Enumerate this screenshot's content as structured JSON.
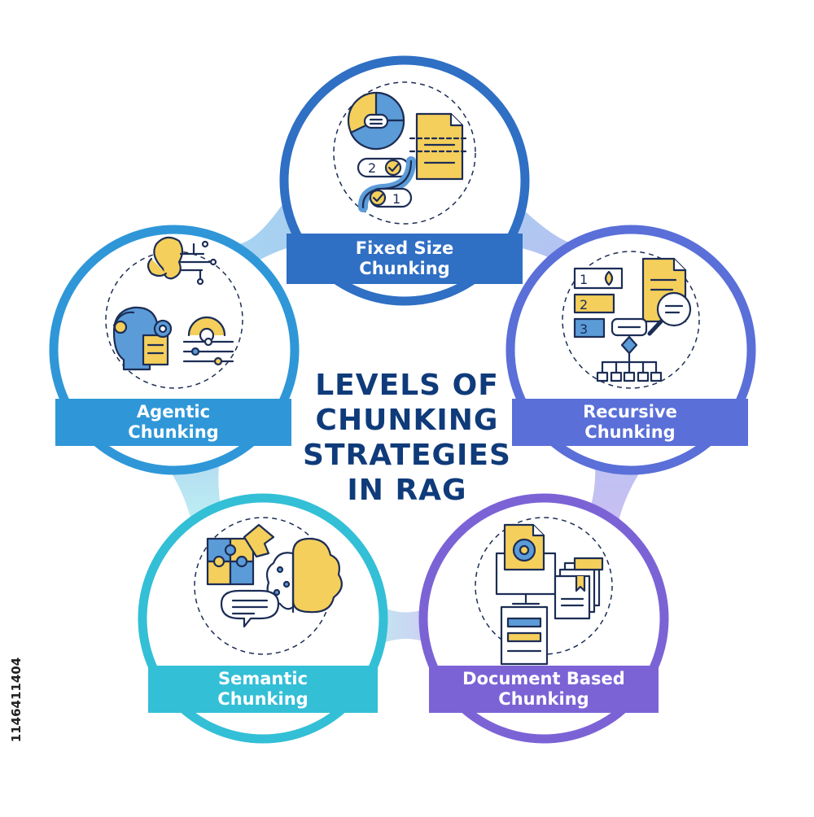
{
  "title_lines": [
    "LEVELS OF",
    "CHUNKING",
    "STRATEGIES",
    "IN RAG"
  ],
  "stock_id": "1146411404",
  "colors": {
    "title": "#0f3b7a",
    "fixed": "#2f6fc4",
    "recursive": "#5a6fd8",
    "document": "#7b63d6",
    "semantic": "#33bfd6",
    "agentic": "#2f97d8",
    "icon_yellow": "#f5cf5b",
    "icon_blue": "#5b9bd8",
    "icon_stroke": "#1c2d55"
  },
  "nodes": [
    {
      "id": "fixed",
      "line1": "Fixed Size",
      "line2": "Chunking",
      "icon": "fixed-size-icon"
    },
    {
      "id": "recursive",
      "line1": "Recursive",
      "line2": "Chunking",
      "icon": "recursive-hierarchy-icon"
    },
    {
      "id": "document",
      "line1": "Document Based",
      "line2": "Chunking",
      "icon": "document-stack-icon"
    },
    {
      "id": "semantic",
      "line1": "Semantic",
      "line2": "Chunking",
      "icon": "puzzle-brain-icon"
    },
    {
      "id": "agentic",
      "line1": "Agentic",
      "line2": "Chunking",
      "icon": "ai-agent-icon"
    }
  ]
}
